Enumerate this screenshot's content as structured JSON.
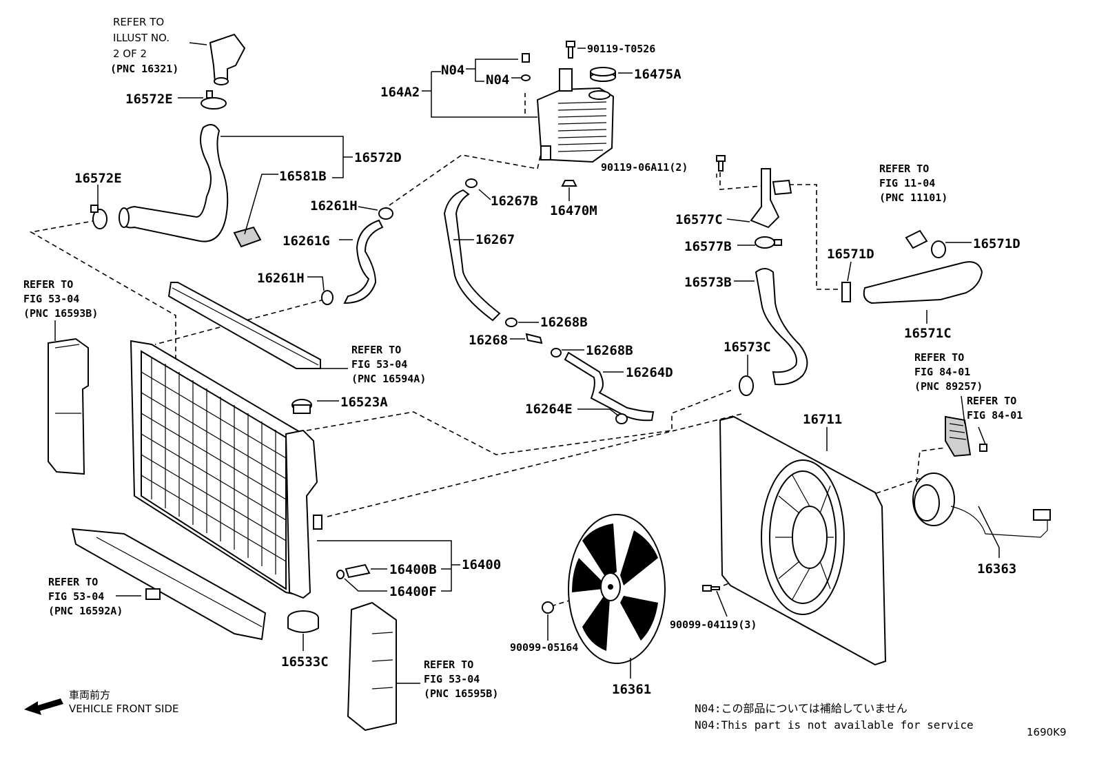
{
  "labels": {
    "p16572E_top": "16572E",
    "p16572E_left": "16572E",
    "p16572D": "16572D",
    "p16581B": "16581B",
    "p16261H_top": "16261H",
    "p16261G": "16261G",
    "p16261H_bot": "16261H",
    "p90119T0526": "90119-T0526",
    "p16475A": "16475A",
    "pN04a": "N04",
    "pN04b": "N04",
    "p164A2": "164A2",
    "p16267B": "16267B",
    "p16470M": "16470M",
    "p16267": "16267",
    "p16268B_a": "16268B",
    "p16268": "16268",
    "p16268B_b": "16268B",
    "p16264D": "16264D",
    "p16264E": "16264E",
    "p16523A": "16523A",
    "p90119_06A11": "90119-06A11(2)",
    "p16577C": "16577C",
    "p16577B": "16577B",
    "p16573B": "16573B",
    "p16571D_a": "16571D",
    "p16571D_b": "16571D",
    "p16571C": "16571C",
    "p16573C": "16573C",
    "p16711": "16711",
    "p16400B": "16400B",
    "p16400": "16400",
    "p16400F": "16400F",
    "p16533C": "16533C",
    "p90099_05164": "90099-05164",
    "p90099_04119": "90099-04119(3)",
    "p16361": "16361",
    "p16363": "16363"
  },
  "refs": {
    "r1": [
      "REFER TO",
      "ILLUST NO.",
      "2 OF 2",
      "(PNC 16321)"
    ],
    "r2": [
      "REFER TO",
      "FIG 53-04",
      "(PNC 16593B)"
    ],
    "r3": [
      "REFER TO",
      "FIG 53-04",
      "(PNC 16594A)"
    ],
    "r4": [
      "REFER TO",
      "FIG 11-04",
      "(PNC 11101)"
    ],
    "r5": [
      "REFER TO",
      "FIG 84-01",
      "(PNC 89257)"
    ],
    "r6": [
      "REFER TO",
      "FIG 84-01"
    ],
    "r7": [
      "REFER TO",
      "FIG 53-04",
      "(PNC 16592A)"
    ],
    "r8": [
      "REFER TO",
      "FIG 53-04",
      "(PNC 16595B)"
    ]
  },
  "front": {
    "jp": "車両前方",
    "en": "VEHICLE FRONT SIDE"
  },
  "notes": {
    "jp": "N04:この部品については補給していません",
    "en": "N04:This part is not available for service"
  },
  "code": "1690K9"
}
